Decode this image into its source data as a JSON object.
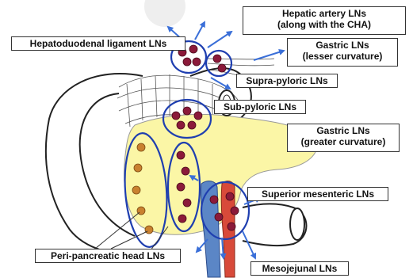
{
  "labels": {
    "hepatic_artery": {
      "line1": "Hepatic artery LNs",
      "line2": "(along with the CHA)"
    },
    "hepatoduodenal": "Hepatoduodenal ligament LNs",
    "gastric_lesser": {
      "line1": "Gastric LNs",
      "line2": "(lesser curvature)"
    },
    "suprapyloric": "Supra-pyloric LNs",
    "subpyloric": "Sub-pyloric LNs",
    "gastric_greater": {
      "line1": "Gastric LNs",
      "line2": "(greater curvature)"
    },
    "superior_mesenteric": "Superior mesenteric LNs",
    "peripancreatic_head": "Peri-pancreatic head LNs",
    "mesojejunal": "Mesojejunal LNs"
  },
  "colors": {
    "node_fill": "#8b1a3a",
    "node_peri": "#c9812f",
    "circle_stroke": "#1f3fb0",
    "arrow": "#3a6fd8",
    "pancreas": "#fbf6a6",
    "vein": "#5b86c6",
    "artery": "#d84a3a",
    "outline": "#222222"
  },
  "icons": {
    "lymph_node": "lymph-node-dot",
    "arrow": "spread-arrow-icon"
  }
}
